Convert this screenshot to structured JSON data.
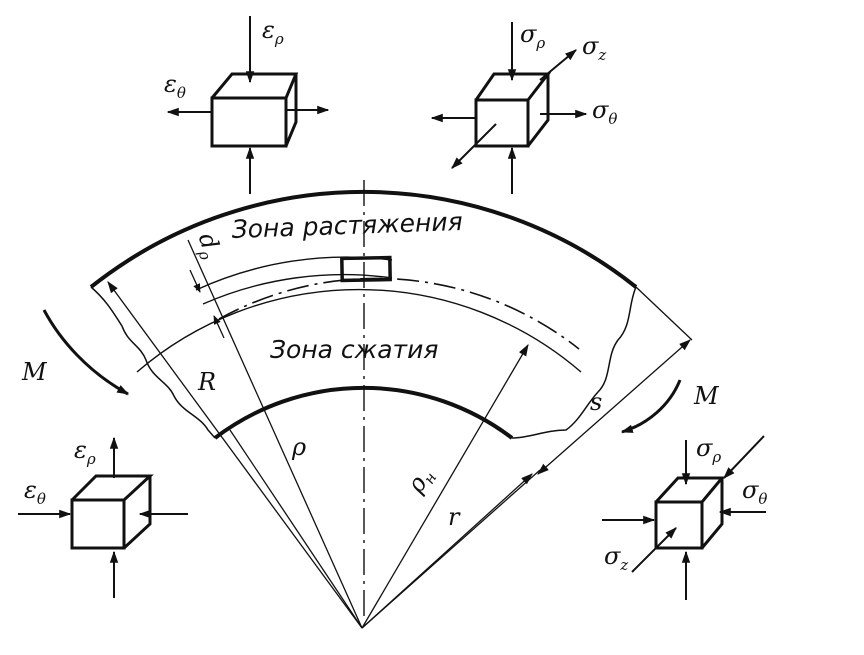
{
  "zones": {
    "tension": "Зона растяжения",
    "compression": "Зона сжатия"
  },
  "labels": {
    "moment_left": "M",
    "moment_right": "M",
    "outer_radius": "R",
    "radius_rho": "ρ",
    "neutral_radius_base": "ρ",
    "neutral_radius_sub": "н",
    "inner_radius": "r",
    "thickness": "s",
    "element_thickness_base": "d",
    "element_thickness_sub": "ρ"
  },
  "cubes": {
    "top_left": {
      "radial": {
        "base": "ε",
        "sub": "ρ"
      },
      "tangential": {
        "base": "ε",
        "sub": "θ"
      }
    },
    "top_right": {
      "radial": {
        "base": "σ",
        "sub": "ρ"
      },
      "axial": {
        "base": "σ",
        "sub": "z"
      },
      "tangential": {
        "base": "σ",
        "sub": "θ"
      }
    },
    "bottom_left": {
      "radial": {
        "base": "ε",
        "sub": "ρ"
      },
      "tangential": {
        "base": "ε",
        "sub": "θ"
      }
    },
    "bottom_right": {
      "radial": {
        "base": "σ",
        "sub": "ρ"
      },
      "axial": {
        "base": "σ",
        "sub": "z"
      },
      "tangential": {
        "base": "σ",
        "sub": "θ"
      }
    }
  }
}
